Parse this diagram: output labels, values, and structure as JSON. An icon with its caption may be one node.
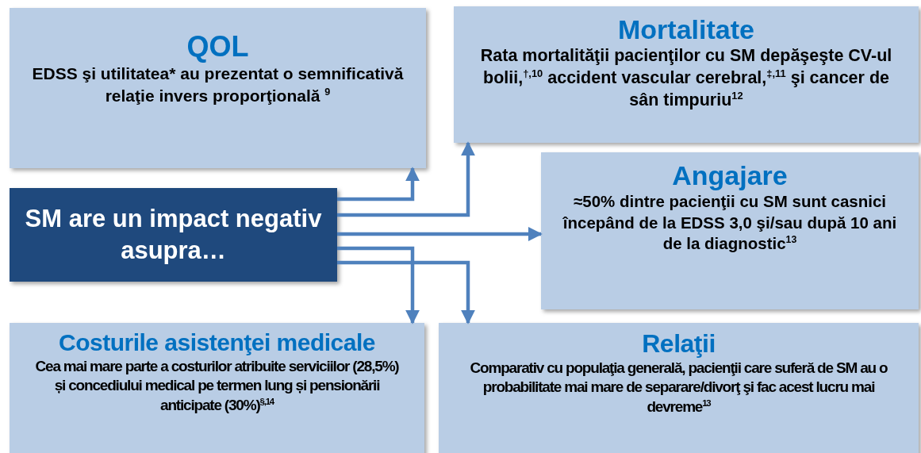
{
  "diagram": {
    "nodes": [
      {
        "text": [
          "QOL",
          "EDSS şi utilitatea* au prezentat o semnificativă relaţie invers proporţională $^{9}$"
        ]
      },
      {
        "text": [
          "Mortalitate",
          "Rata mortalităţii pacienţilor cu SM depăşeşte CV-ul bolii,$^{†,10}$ accident vascular cerebral,$^{‡,11}$ şi cancer de sân timpuriu$^{12}$"
        ]
      },
      {
        "text": [
          "SM are un impact negativ asupra…"
        ]
      },
      {
        "text": [
          "Angajare",
          "≈50% dintre pacienţii cu SM sunt casnici începând de la EDSS 3,0 şi/sau după 10 ani de la diagnostic$^{13}$"
        ]
      },
      {
        "text": [
          "Costurile asistenţei medicale",
          "Cea mai mare parte a costurilor atribuite serviciilor (28,5%) și concediului medical pe termen lung și pensionării anticipate (30%)$^{§,14}$"
        ]
      },
      {
        "text": [
          "Relaţii",
          "Comparativ cu populaţia generală, pacienţii care suferă de SM au o probabilitate mai mare de separare/divorţ şi fac acest lucru mai devreme$^{13}$"
        ]
      }
    ],
    "edges": [
      {
        "from": 2,
        "to": 0,
        "arrow": "to"
      },
      {
        "from": 2,
        "to": 1,
        "arrow": "to"
      },
      {
        "from": 2,
        "to": 3,
        "arrow": "to"
      },
      {
        "from": 2,
        "to": 4,
        "arrow": "to"
      },
      {
        "from": 2,
        "to": 5,
        "arrow": "to"
      }
    ]
  }
}
